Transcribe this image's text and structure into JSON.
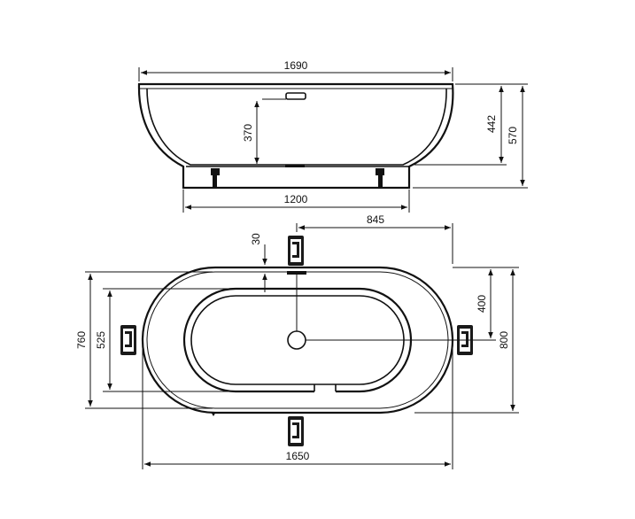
{
  "dimensions": {
    "side_total_length": "1690",
    "side_inner_depth": "370",
    "side_rim_height": "442",
    "side_total_height": "570",
    "side_base_length": "1200",
    "top_drain_offset": "845",
    "top_rim_offset": "30",
    "top_half_width": "400",
    "top_total_width": "800",
    "top_inner_width": "760",
    "top_basin_width": "525",
    "top_total_length": "1650"
  },
  "colors": {
    "line": "#111111",
    "background": "#ffffff"
  },
  "icons": [
    "faucet-icon"
  ]
}
